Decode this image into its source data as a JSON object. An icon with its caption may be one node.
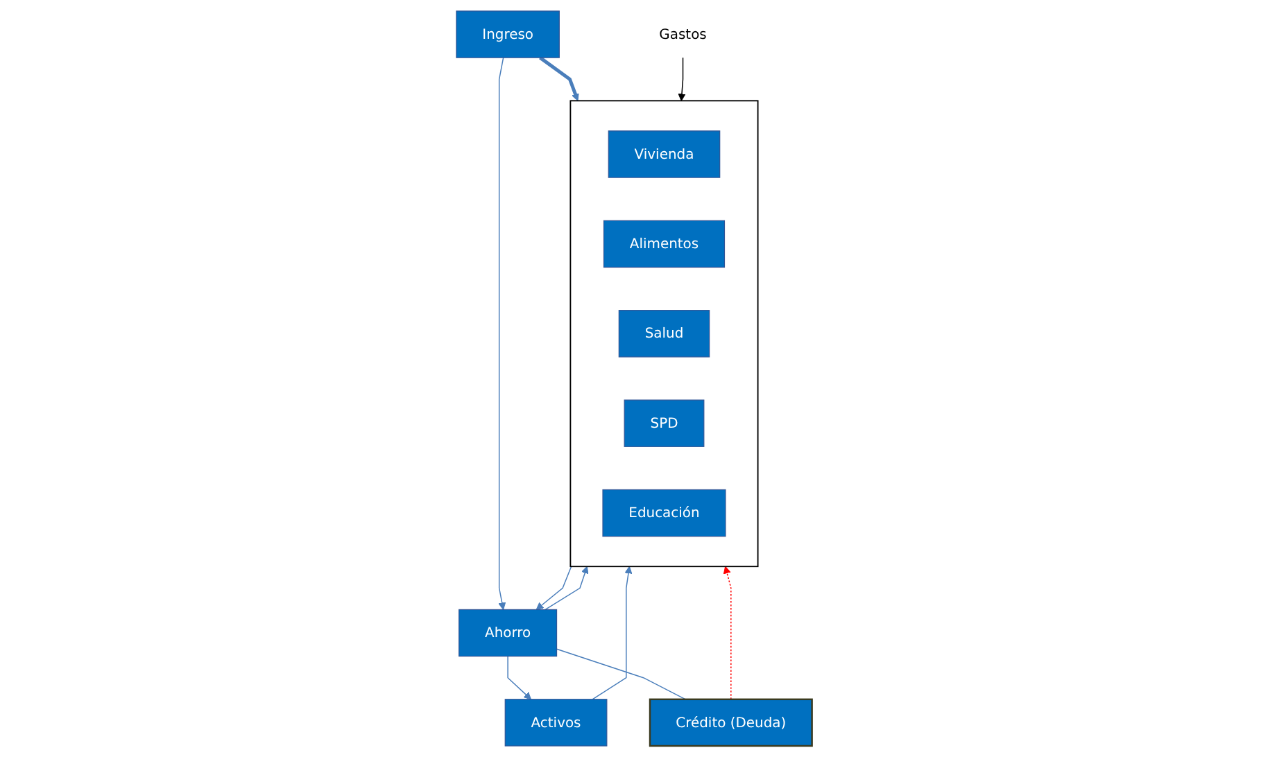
{
  "diagram": {
    "nodes": [
      {
        "text": [
          "Ingreso"
        ]
      },
      {
        "text": [
          "Ahorro"
        ]
      },
      {
        "text": [
          "Activos"
        ]
      },
      {
        "text": [
          "Crédito (Deuda)"
        ]
      },
      {
        "text": [],
        "shape": "box"
      },
      {
        "text": [
          "Vivienda"
        ],
        "in": 4
      },
      {
        "text": [
          "Alimentos"
        ],
        "in": 4
      },
      {
        "text": [
          "Salud"
        ],
        "in": 4
      },
      {
        "text": [
          "SPD"
        ],
        "in": 4
      },
      {
        "text": [
          "Educación"
        ],
        "in": 4
      },
      {
        "text": [
          "Gastos"
        ]
      }
    ],
    "edges": [
      {
        "from": 0,
        "to": 1,
        "arrow": "to"
      },
      {
        "from": 0,
        "to": 4,
        "arrow": "to",
        "style": "thick"
      },
      {
        "from": 1,
        "to": 4,
        "arrow": "to"
      },
      {
        "from": 1,
        "to": 2,
        "arrow": "to"
      },
      {
        "from": 1,
        "to": 3,
        "arrow": "none"
      },
      {
        "from": 2,
        "to": 4,
        "arrow": "to"
      },
      {
        "from": 3,
        "to": 4,
        "arrow": "to",
        "style": "dashed",
        "color": "#ff0000"
      },
      {
        "from": 4,
        "to": 1,
        "arrow": "to"
      },
      {
        "from": 10,
        "to": 4,
        "arrow": "to",
        "color": "#000000"
      }
    ]
  }
}
